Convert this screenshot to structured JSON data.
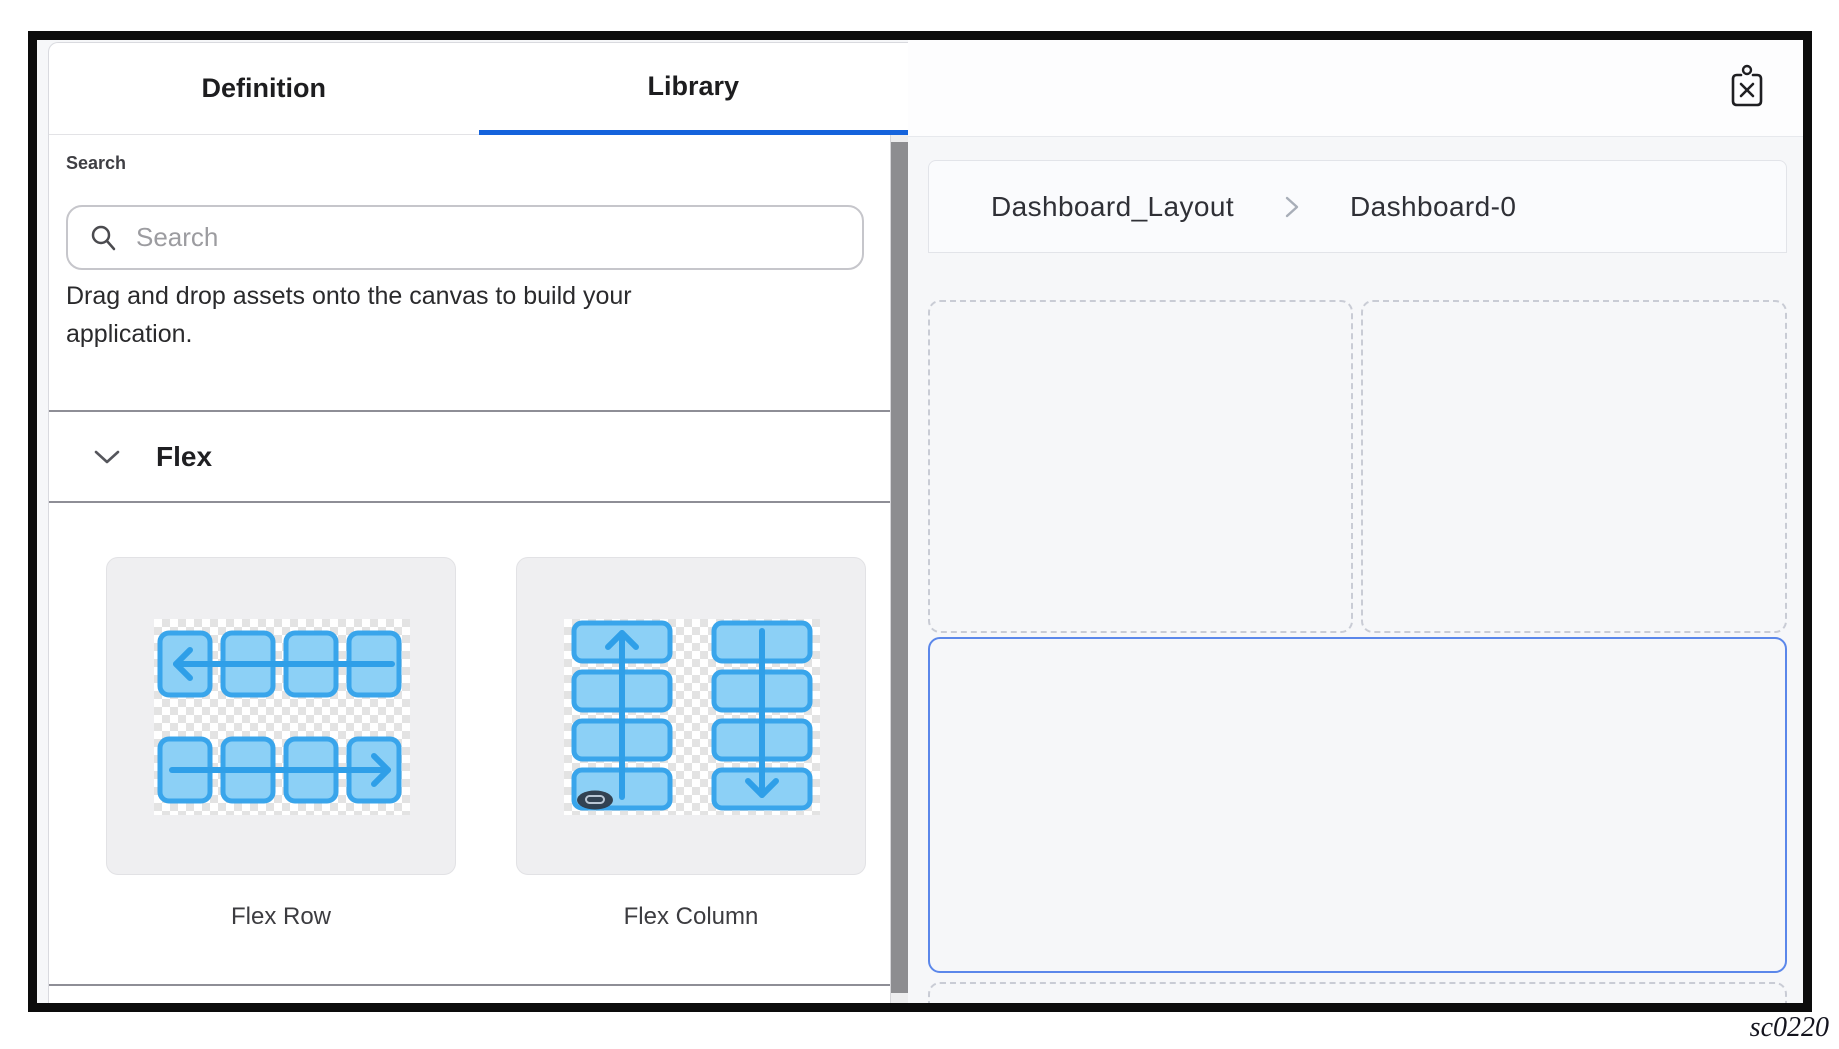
{
  "caption": "sc0220",
  "panel": {
    "tabs": [
      {
        "label": "Definition",
        "active": false
      },
      {
        "label": "Library",
        "active": true
      }
    ],
    "search_label": "Search",
    "search_placeholder": "Search",
    "description": "Drag and drop assets onto the canvas to build your application.",
    "section_label": "Flex",
    "assets": [
      {
        "label": "Flex Row"
      },
      {
        "label": "Flex Column"
      }
    ]
  },
  "canvas": {
    "breadcrumb": {
      "items": [
        "Dashboard_Layout",
        "Dashboard-0"
      ]
    }
  },
  "colors": {
    "tab_underline": "#1463dc",
    "selection_border": "#5b87ea",
    "asset_fill": "#8cd0f6",
    "asset_stroke": "#39a5eb",
    "scrollbar_thumb": "#8d8d90",
    "canvas_background": "#f6f7f9"
  }
}
